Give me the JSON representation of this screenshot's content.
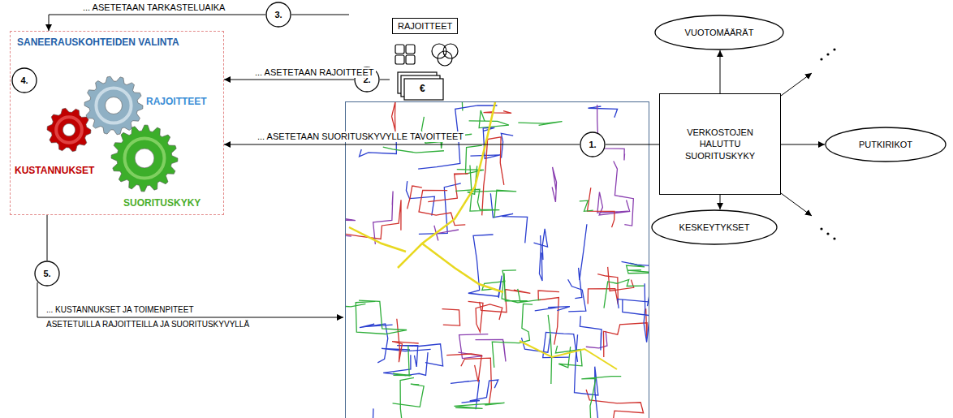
{
  "diagram": {
    "nodes": [
      {
        "text": [
          "SANEERAUSKOHTEIDEN VALINTA"
        ]
      },
      {
        "text": [
          "4."
        ],
        "in": 0
      },
      {
        "text": [
          "3."
        ]
      },
      {
        "text": [
          "RAJOITTEET"
        ]
      },
      {
        "text": [
          "2."
        ]
      },
      {
        "text": [
          "VUOTOMÄÄRÄT"
        ]
      },
      {
        "text": [
          "VERKOSTOJEN HALUTTU SUORITUSKYKY"
        ]
      },
      {
        "text": [
          "PUTKIRIKOT"
        ]
      },
      {
        "text": [
          "1."
        ]
      },
      {
        "text": [
          "KESKEYTYKSET"
        ]
      },
      {
        "text": [
          "5."
        ]
      }
    ],
    "edges": [
      {
        "from": 2,
        "to": 0,
        "arrow": "to",
        "label": "... ASETETAAN TARKASTELUAIKA"
      },
      {
        "from": 3,
        "to": 4,
        "arrow": "none"
      },
      {
        "from": 4,
        "to": 0,
        "arrow": "to",
        "label": "... ASETETAAN RAJOITTEET"
      },
      {
        "from": 6,
        "to": 5,
        "arrow": "to"
      },
      {
        "from": 6,
        "to": 7,
        "arrow": "to"
      },
      {
        "from": 6,
        "to": 9,
        "arrow": "to"
      },
      {
        "from": 6,
        "to": 8,
        "arrow": "none"
      },
      {
        "from": 8,
        "to": 0,
        "arrow": "to",
        "label": "... ASETETAAN SUORITUSKYVYLLE TAVOITTEET"
      },
      {
        "from": 0,
        "to": 10,
        "arrow": "none"
      }
    ],
    "labels": [
      "RAJOITTEET",
      "KUSTANNUKSET",
      "SUORITUSKYKY",
      "... KUSTANNUKSET JA TOIMENPITEET",
      "ASETETUILLA RAJOITTEILLA JA SUORITUSKYVYLLÄ",
      "€"
    ]
  }
}
